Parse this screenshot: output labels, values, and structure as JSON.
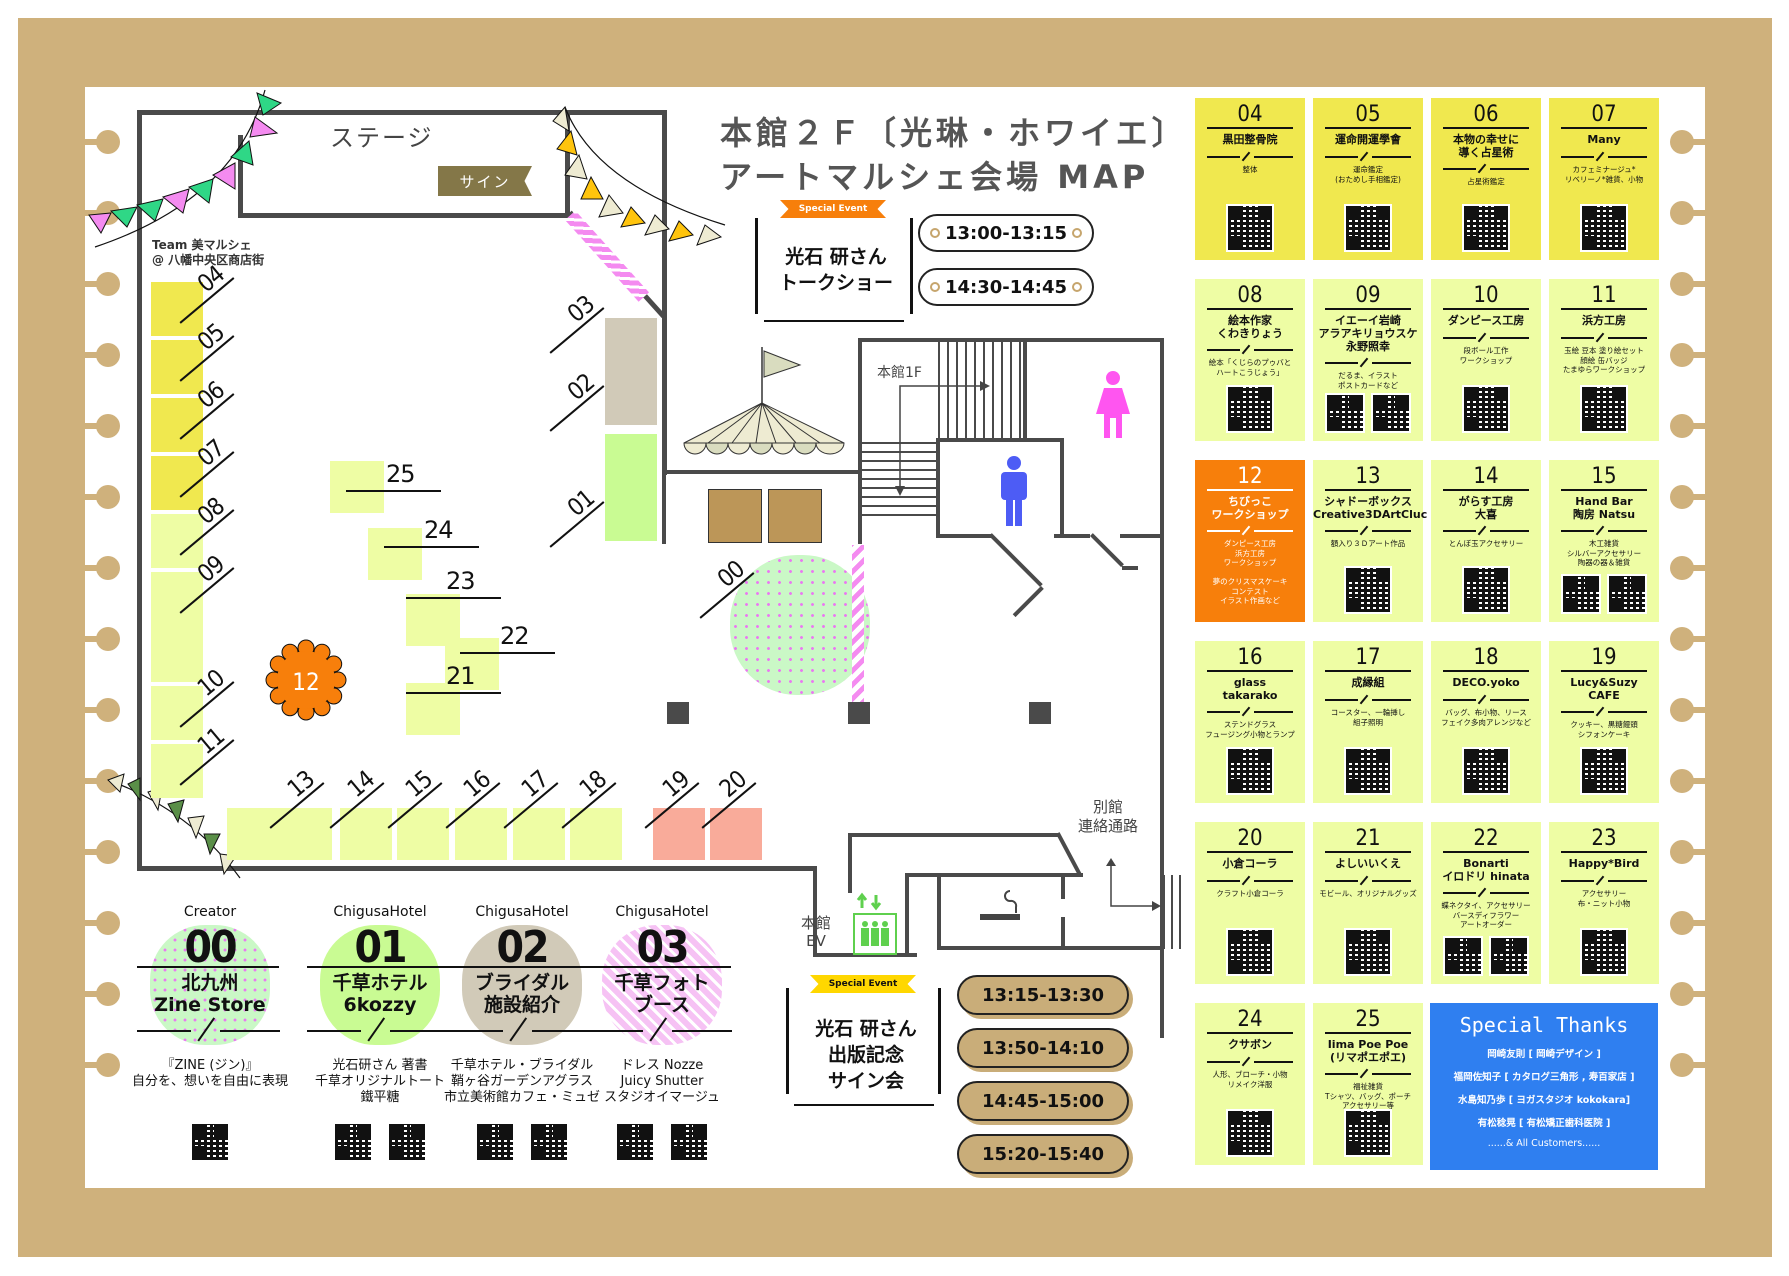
{
  "title": {
    "line1": "本館２Ｆ〔光琳・ホワイエ〕",
    "line2": "アートマルシェ会場 MAP"
  },
  "floorplan": {
    "stage_label": "ステージ",
    "sign_label": "サイン",
    "team_label_1": "Team 美マルシェ",
    "team_label_2": "@ 八幡中央区商店街",
    "stairs_label": "本館1F",
    "corridor_label_1": "別館",
    "corridor_label_2": "連絡通路",
    "ev_label_1": "本館",
    "ev_label_2": "EV",
    "booth_labels": [
      "00",
      "01",
      "02",
      "03",
      "04",
      "05",
      "06",
      "07",
      "08",
      "09",
      "10",
      "11",
      "12",
      "13",
      "14",
      "15",
      "16",
      "17",
      "18",
      "19",
      "20",
      "21",
      "22",
      "23",
      "24",
      "25"
    ],
    "icons": [
      "stage-sign",
      "bunting-flags",
      "market-tent",
      "stairs",
      "womens-restroom",
      "mens-restroom",
      "smoking-area",
      "elevator",
      "pillar"
    ]
  },
  "events": {
    "talk": {
      "ribbon": "Special Event",
      "name_1": "光石 研さん",
      "name_2": "トークショー",
      "times": [
        "13:00-13:15",
        "14:30-14:45"
      ]
    },
    "signing": {
      "ribbon": "Special Event",
      "name_1": "光石 研さん",
      "name_2": "出版記念",
      "name_3": "サイン会",
      "times": [
        "13:15-13:30",
        "13:50-14:10",
        "14:45-15:00",
        "15:20-15:40"
      ]
    }
  },
  "featured_booths": [
    {
      "category": "Creator",
      "number": "00",
      "name": "北九州\nZine Store",
      "desc": "『ZINE (ジン)』\n自分を、想いを自由に表現",
      "qr_count": 1
    },
    {
      "category": "ChigusaHotel",
      "number": "01",
      "name": "千草ホテル\n6kozzy",
      "desc": "光石研さん 著書\n千草オリジナルトート\n鐵平糖",
      "qr_count": 2
    },
    {
      "category": "ChigusaHotel",
      "number": "02",
      "name": "ブライダル\n施設紹介",
      "desc": "千草ホテル・ブライダル\n鞘ヶ谷ガーデンアグラス\n市立美術館カフェ・ミュゼ",
      "qr_count": 2
    },
    {
      "category": "ChigusaHotel",
      "number": "03",
      "name": "千草フォト\nブース",
      "desc": "ドレス Nozze\nJuicy Shutter\nスタジオイマージュ",
      "qr_count": 2
    }
  ],
  "booth_cards": [
    {
      "number": "04",
      "name": "黒田整骨院",
      "desc": "整体",
      "color": "#f0e84f",
      "qr_count": 1
    },
    {
      "number": "05",
      "name": "運命開運學會",
      "desc": "運命鑑定\n(おためし手相鑑定)",
      "color": "#f0e84f",
      "qr_count": 1
    },
    {
      "number": "06",
      "name": "本物の幸せに\n導く占星術",
      "desc": "占星術鑑定",
      "color": "#f0e84f",
      "qr_count": 1
    },
    {
      "number": "07",
      "name": "Many",
      "desc": "カフェミナージュ*\nリベリーノ*雑貨、小物",
      "color": "#f0e84f",
      "qr_count": 1
    },
    {
      "number": "08",
      "name": "絵本作家\nくわきりょう",
      "desc": "絵本「くじらのプゥバと\nハートこうじょう」",
      "color": "#eefda4",
      "qr_count": 1
    },
    {
      "number": "09",
      "name": "イエーイ岩崎\nアラアキリョウスケ\n永野照幸",
      "desc": "だるま、イラスト\nポストカードなど",
      "color": "#eefda4",
      "qr_count": 2
    },
    {
      "number": "10",
      "name": "ダンピース工房",
      "desc": "段ボール工作\nワークショップ",
      "color": "#eefda4",
      "qr_count": 1
    },
    {
      "number": "11",
      "name": "浜方工房",
      "desc": "玉絵 豆本 塗り絵セット\n顔絵 缶バッジ\nたまゆらワークショップ",
      "color": "#eefda4",
      "qr_count": 1
    },
    {
      "number": "12",
      "name": "ちびっこ\nワークショップ",
      "desc": "ダンピース工房\n浜方工房\nワークショップ\n\n夢のクリスマスケーキ\nコンテスト\nイラスト作画など",
      "color": "#f77f0b",
      "qr_count": 0
    },
    {
      "number": "13",
      "name": "シャドーボックス\nCreative3DArtCluc",
      "desc": "額入り３Ｄアート作品",
      "color": "#eefda4",
      "qr_count": 1
    },
    {
      "number": "14",
      "name": "がらす工房\n大喜",
      "desc": "とんぼ玉アクセサリー",
      "color": "#eefda4",
      "qr_count": 1
    },
    {
      "number": "15",
      "name": "Hand Bar\n陶房 Natsu",
      "desc": "木工雑貨\nシルバーアクセサリー\n陶器の器＆雑貨",
      "color": "#eefda4",
      "qr_count": 2
    },
    {
      "number": "16",
      "name": "glass\ntakarako",
      "desc": "ステンドグラス\nフュージング小物とランプ",
      "color": "#eefda4",
      "qr_count": 1
    },
    {
      "number": "17",
      "name": "成縁組",
      "desc": "コースター、一輪挿し\n組子照明",
      "color": "#eefda4",
      "qr_count": 1
    },
    {
      "number": "18",
      "name": "DECO.yoko",
      "desc": "バッグ、布小物、リース\nフェイク多肉アレンジなど",
      "color": "#eefda4",
      "qr_count": 1
    },
    {
      "number": "19",
      "name": "Lucy&Suzy\nCAFE",
      "desc": "クッキー、黒糖饅頭\nシフォンケーキ",
      "color": "#eefda4",
      "qr_count": 1
    },
    {
      "number": "20",
      "name": "小倉コーラ",
      "desc": "クラフト小倉コーラ",
      "color": "#eefda4",
      "qr_count": 1
    },
    {
      "number": "21",
      "name": "よしいいくえ",
      "desc": "モビール、オリジナルグッズ",
      "color": "#eefda4",
      "qr_count": 1
    },
    {
      "number": "22",
      "name": "Bonarti\nイロドリ hinata",
      "desc": "蝶ネクタイ、アクセサリー\nバースディフラワー\nアートオーダー",
      "color": "#eefda4",
      "qr_count": 2
    },
    {
      "number": "23",
      "name": "Happy*Bird",
      "desc": "アクセサリー\n布・ニット小物",
      "color": "#eefda4",
      "qr_count": 1
    },
    {
      "number": "24",
      "name": "クサボン",
      "desc": "人形、ブローチ・小物\nリメイク洋服",
      "color": "#eefda4",
      "qr_count": 1
    },
    {
      "number": "25",
      "name": "Iima Poe Poe\n(リマポエポエ)",
      "desc": "福祉雑貨\nTシャツ、バッグ、ポーチ\nアクセサリー等",
      "color": "#eefda4",
      "qr_count": 1
    }
  ],
  "special_thanks": {
    "title": "Special Thanks",
    "lines": [
      "岡崎友則 [ 岡崎デザイン ]",
      "福岡佐知子 [ カタログ三角形 , 寿百家店 ]",
      "水島知乃歩 [ ヨガスタジオ kokokara]",
      "有松稔晃 [ 有松矯正歯科医院 ]",
      "......&  All  Customers......"
    ]
  },
  "colors": {
    "kraft": "#cfb17c",
    "wall": "#4a4a4a",
    "booth_yellow": "#f0e84f",
    "booth_lightyellow": "#eefda4",
    "booth_orange": "#f77f0b",
    "booth_salmon": "#f9ab9a",
    "booth_green": "#c9fb93",
    "booth_taupe": "#d1cab8",
    "special_thanks_blue": "#2f7ff0",
    "women_icon": "#ff55f0",
    "men_icon": "#4d5cf5",
    "ev_icon": "#5fd04e"
  }
}
